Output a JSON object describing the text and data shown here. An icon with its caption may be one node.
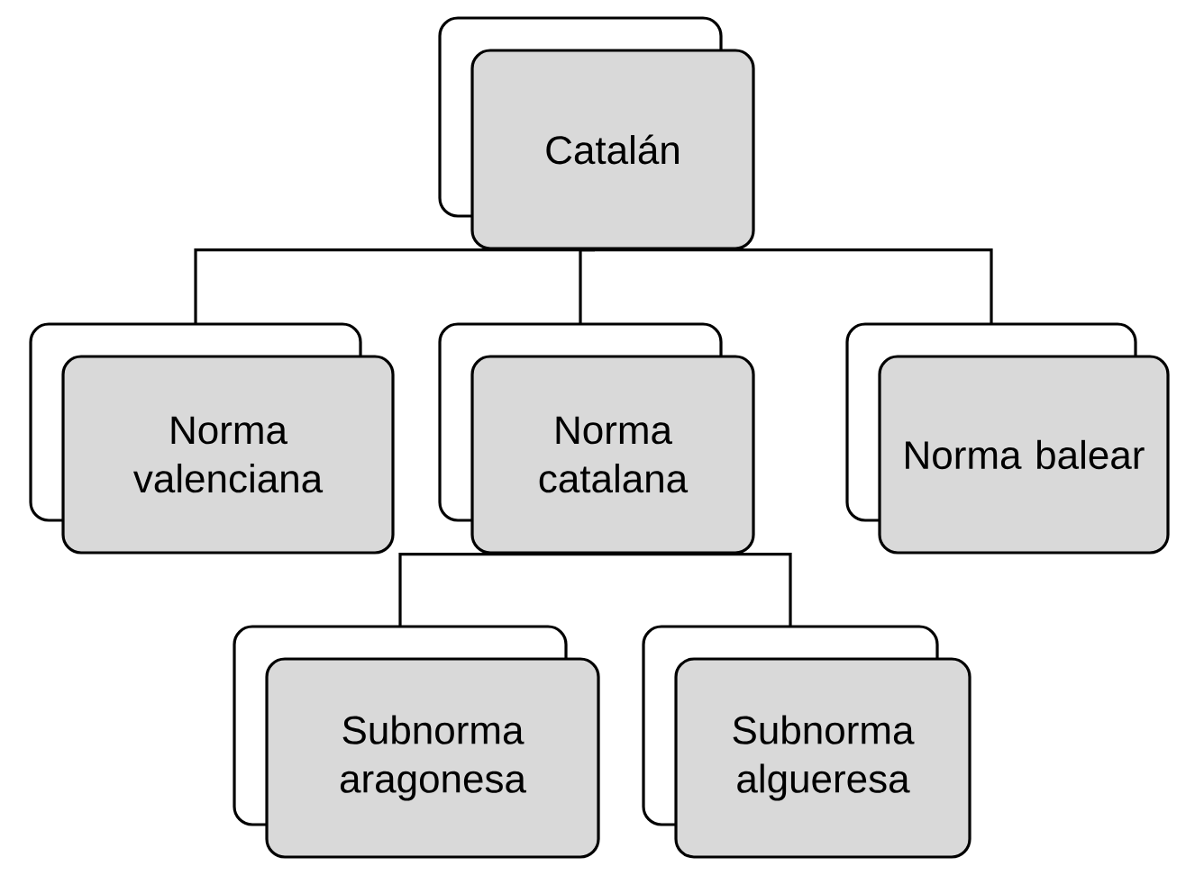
{
  "diagram": {
    "nodes": [
      {
        "text": [
          "Catalán"
        ]
      },
      {
        "text": [
          "Norma valenciana"
        ]
      },
      {
        "text": [
          "Norma catalana"
        ]
      },
      {
        "text": [
          "Norma balear"
        ]
      },
      {
        "text": [
          "Subnorma aragonesa"
        ]
      },
      {
        "text": [
          "Subnorma algueresa"
        ]
      }
    ],
    "edges": [
      {
        "from": 0,
        "to": 1,
        "arrow": "none"
      },
      {
        "from": 0,
        "to": 2,
        "arrow": "none"
      },
      {
        "from": 0,
        "to": 3,
        "arrow": "none"
      },
      {
        "from": 2,
        "to": 4,
        "arrow": "none"
      },
      {
        "from": 2,
        "to": 5,
        "arrow": "none"
      }
    ]
  }
}
